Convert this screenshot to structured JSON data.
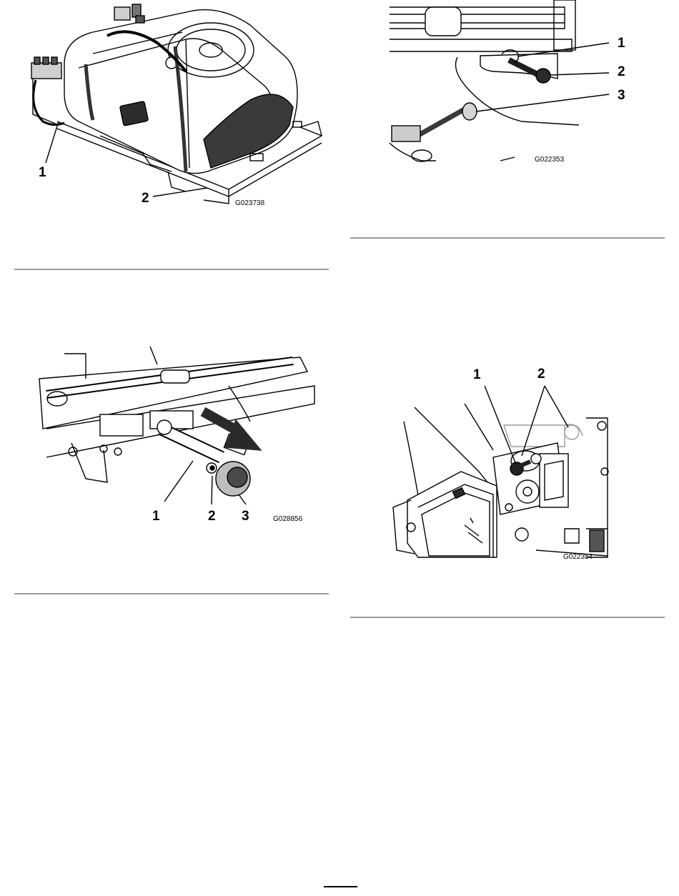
{
  "figures": [
    {
      "id": "G023738",
      "callouts": [
        "1",
        "2"
      ]
    },
    {
      "id": "G022353",
      "callouts": [
        "1",
        "2",
        "3"
      ]
    },
    {
      "id": "G028856",
      "callouts": [
        "1",
        "2",
        "3"
      ]
    },
    {
      "id": "G022354",
      "callouts": [
        "1",
        "2"
      ]
    }
  ],
  "colors": {
    "rule": "#9a9a9a",
    "ink": "#000000",
    "shade": "#4a4a4a"
  }
}
